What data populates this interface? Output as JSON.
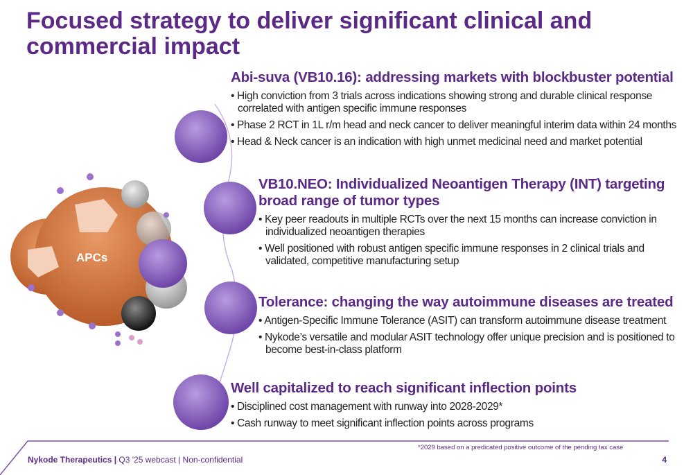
{
  "title": "Focused strategy to deliver significant clinical and commercial impact",
  "illustration": {
    "label": "APCs"
  },
  "sections": [
    {
      "heading": "Abi-suva (VB10.16): addressing markets with blockbuster potential",
      "bullets": [
        "High conviction from 3 trials across indications showing strong and durable clinical response correlated with antigen specific immune responses",
        "Phase 2 RCT in 1L r/m head and neck cancer to deliver meaningful interim data within 24 months",
        "Head & Neck cancer is an indication with high unmet medicinal need and market potential"
      ]
    },
    {
      "heading": "VB10.NEO: Individualized Neoantigen Therapy (INT) targeting broad range of tumor types",
      "bullets": [
        "Key peer readouts in multiple RCTs over the next 15 months can increase conviction in individualized neoantigen therapies",
        "Well positioned with robust antigen specific immune responses in 2 clinical trials and validated, competitive manufacturing setup"
      ]
    },
    {
      "heading": "Tolerance: changing the way autoimmune diseases are treated",
      "bullets": [
        "Antigen-Specific Immune Tolerance (ASIT) can transform autoimmune disease treatment",
        "Nykode’s versatile and modular ASIT technology offer unique precision and is positioned to become best-in-class platform"
      ]
    },
    {
      "heading": "Well capitalized to reach significant inflection points",
      "bullets": [
        "Disciplined cost management with runway into 2028-2029*",
        "Cash runway to meet significant inflection points across programs"
      ]
    }
  ],
  "footer": {
    "company": "Nykode Therapeutics |",
    "info": "Q3 '25 webcast | Non-confidential",
    "note": "*2029 based on a predicated positive outcome of the pending tax case",
    "page": "4"
  },
  "colors": {
    "brand": "#5b2a86",
    "sphere": "#8a63c4",
    "cell": "#d9783f"
  }
}
